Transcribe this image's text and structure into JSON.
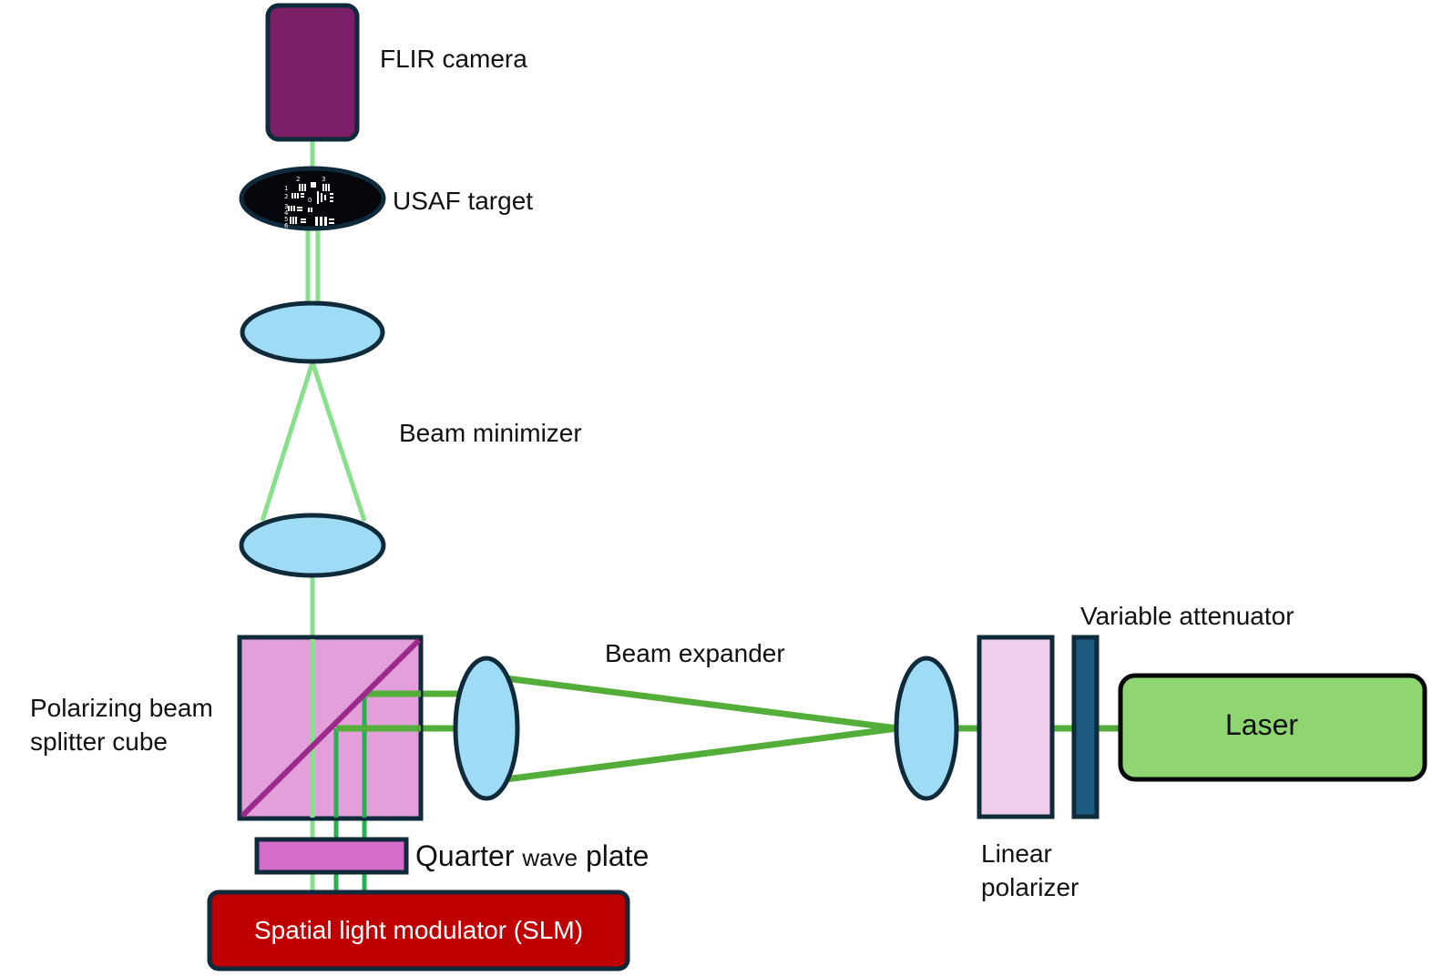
{
  "labels": {
    "flir_camera": "FLIR camera",
    "usaf_target": "USAF target",
    "beam_minimizer": "Beam minimizer",
    "beam_expander": "Beam expander",
    "variable_attenuator": "Variable attenuator",
    "laser": "Laser",
    "pbs_line1": "Polarizing beam",
    "pbs_line2": "splitter cube",
    "qwp_word1": "Quarter",
    "qwp_word2": "wave",
    "qwp_word3": "plate",
    "slm": "Spatial light modulator (SLM)",
    "linear_line1": "Linear",
    "linear_line2": "polarizer",
    "usaf_marks": [
      "2",
      "3",
      "1",
      "0",
      "2",
      "3",
      "4",
      "5",
      "6"
    ]
  },
  "colors": {
    "outline": "#0f2a3a",
    "camera_fill": "#7a1f68",
    "lens_fill": "#9edcf5",
    "cube_fill": "#e39fd9",
    "cube_diagonal": "#9b2a8c",
    "qwp_fill": "#d66cc9",
    "slm_fill": "#c00000",
    "linear_polarizer_fill": "#f1cdec",
    "attenuator_fill": "#1d5b7e",
    "laser_fill": "#8fd672",
    "beam_dark": "#52ad39",
    "beam_light": "#86e08c",
    "beam_mid": "#27b04f"
  }
}
